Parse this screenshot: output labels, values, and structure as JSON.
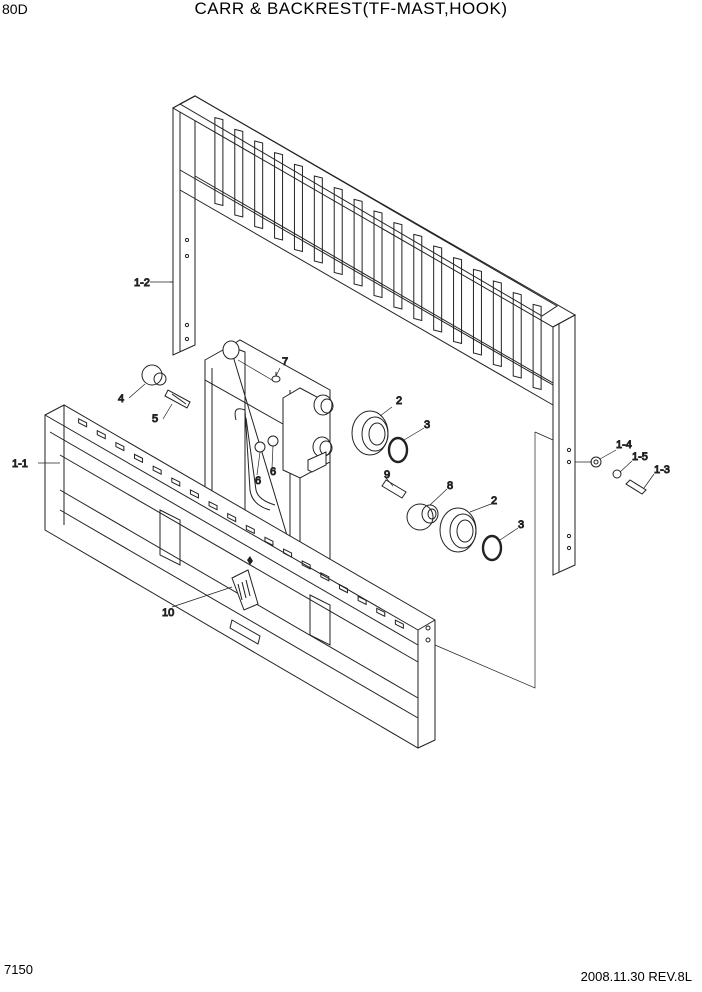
{
  "header": {
    "model": "80D",
    "title": "CARR & BACKREST(TF-MAST,HOOK)"
  },
  "footer": {
    "page": "7150",
    "date_rev": "2008.11.30  REV.8L"
  },
  "callouts": [
    "1-2",
    "7",
    "4",
    "5",
    "2",
    "3",
    "1-1",
    "6",
    "6",
    "9",
    "8",
    "2",
    "3",
    "1-4",
    "1-5",
    "1-3",
    "10"
  ]
}
